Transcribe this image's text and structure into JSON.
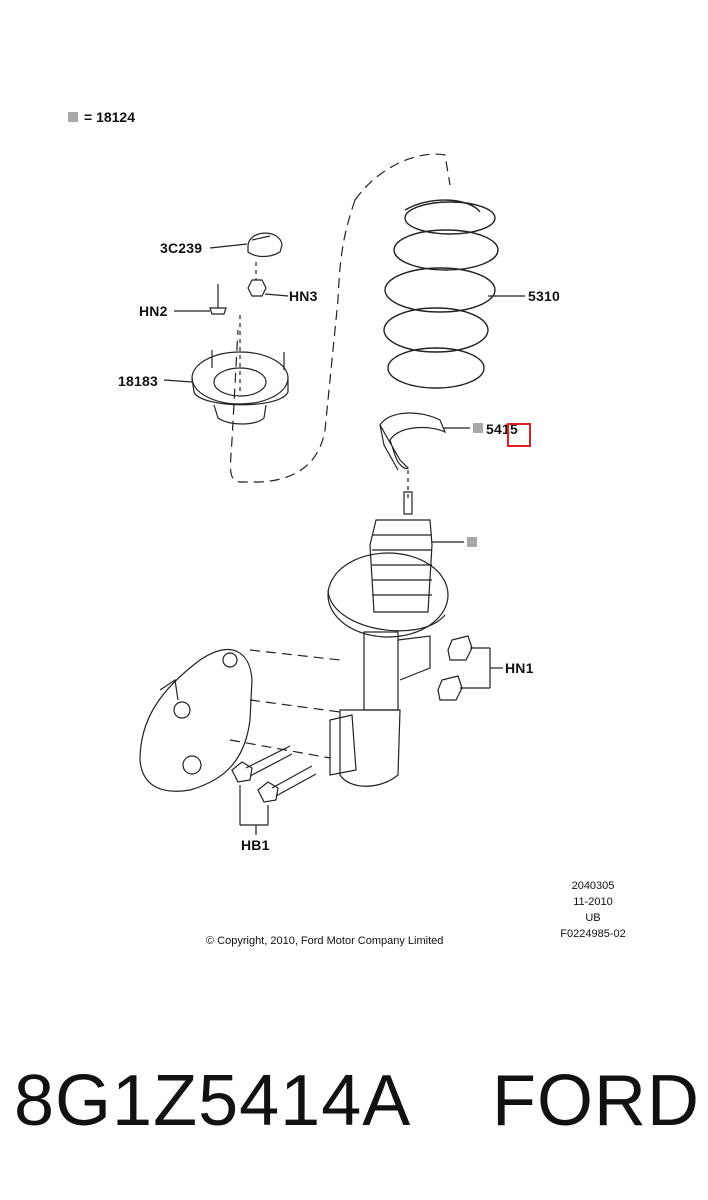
{
  "legend": {
    "symbol_color": "#a9a9a9",
    "text": "= 18124"
  },
  "callouts": {
    "c3c239": "3C239",
    "hn2": "HN2",
    "hn3": "HN3",
    "c18183": "18183",
    "c5310": "5310",
    "c5415": "5415",
    "hn1": "HN1",
    "hb1": "HB1"
  },
  "footer_meta": {
    "code": "2040305",
    "date": "11-2010",
    "region": "UB",
    "figure_id": "F0224985-02"
  },
  "copyright": "© Copyright, 2010, Ford Motor Company Limited",
  "caption": {
    "part_number": "8G1Z5414A",
    "brand": "FORD"
  },
  "highlight_color": "#e02020"
}
